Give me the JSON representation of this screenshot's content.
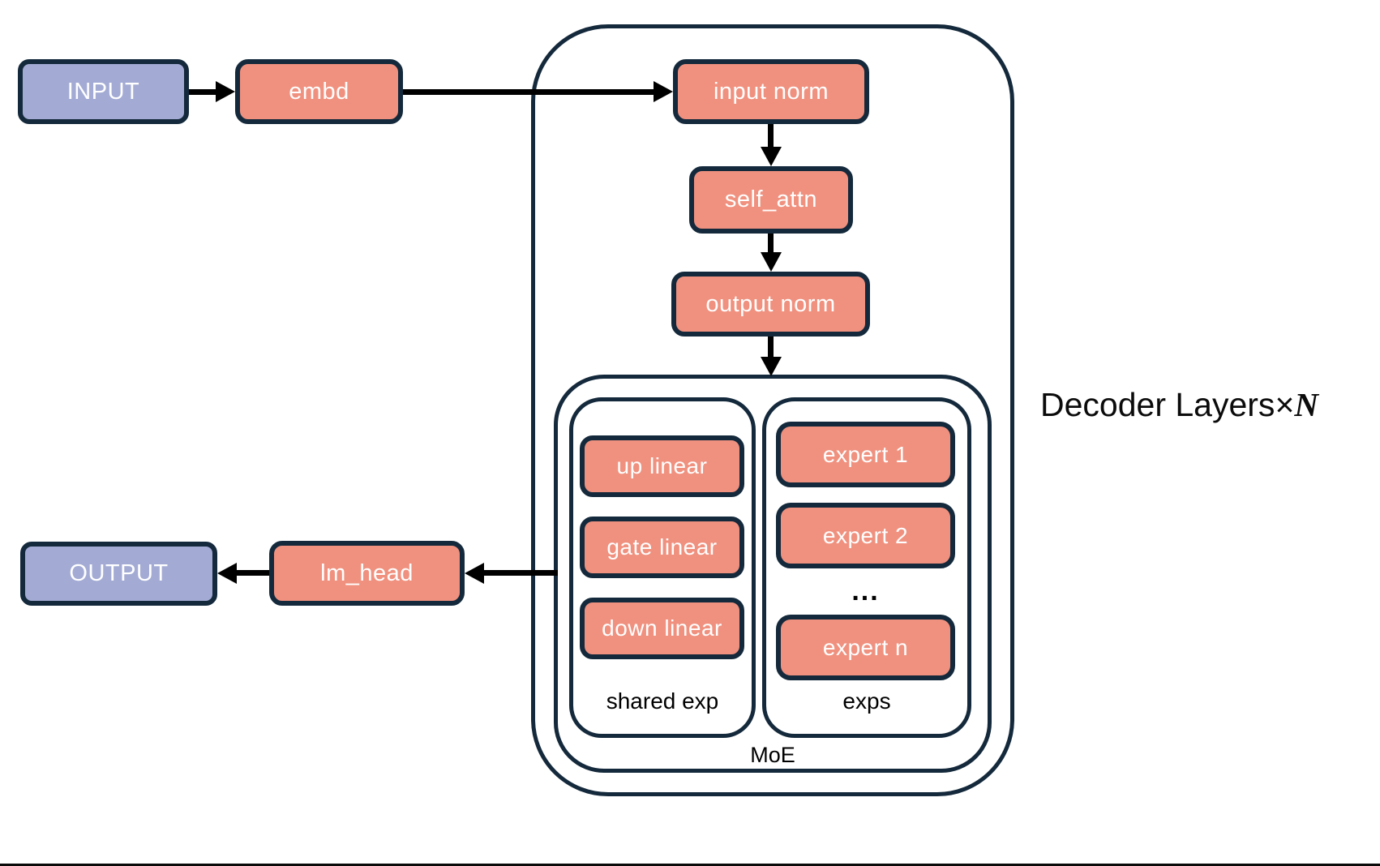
{
  "diagram": {
    "nodes": {
      "input": "INPUT",
      "embd": "embd",
      "input_norm": "input norm",
      "self_attn": "self_attn",
      "output_norm": "output norm",
      "up_linear": "up linear",
      "gate_linear": "gate linear",
      "down_linear": "down linear",
      "expert_1": "expert 1",
      "expert_2": "expert 2",
      "expert_ellipsis": "...",
      "expert_n": "expert n",
      "lm_head": "lm_head",
      "output": "OUTPUT"
    },
    "containers": {
      "moe_label": "MoE",
      "shared_exp_label": "shared exp",
      "exps_label": "exps"
    },
    "annotation": {
      "decoder_layers_text": "Decoder Layers",
      "times_symbol": "×",
      "repeat_symbol": "N"
    },
    "colors": {
      "io_fill": "#A3ABD4",
      "block_fill": "#F0917F",
      "outline": "#14293B",
      "arrow": "#000000",
      "background": "#FFFFFF",
      "node_text": "#FFFFFF",
      "label_text": "#000000"
    }
  }
}
